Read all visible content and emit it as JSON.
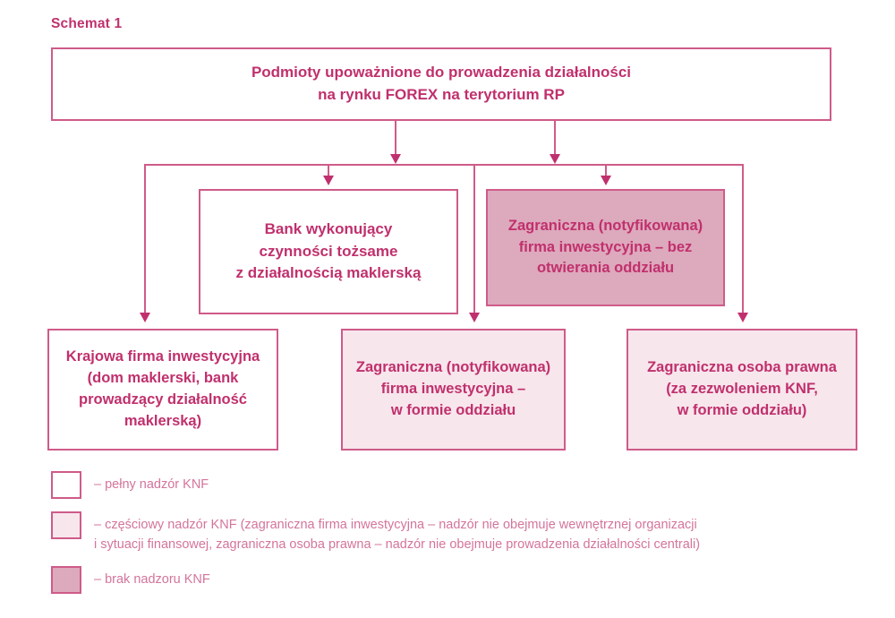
{
  "caption": "Schemat 1",
  "colors": {
    "stroke": "#cf5b89",
    "text": "#c0306d",
    "legend_text": "#d4749b",
    "fill_none": "#ffffff",
    "fill_light": "#f7e6ec",
    "fill_medium": "#dda9bc"
  },
  "diagram": {
    "root": {
      "line1": "Podmioty upoważnione do prowadzenia działalności",
      "line2": "na rynku FOREX na terytorium RP",
      "fill": "none"
    },
    "bank": {
      "line1": "Bank wykonujący",
      "line2": "czynności tożsame",
      "line3": "z działalnością maklerską",
      "fill": "none"
    },
    "foreign_nobranch": {
      "line1": "Zagraniczna (notyfikowana)",
      "line2": "firma inwestycyjna – bez",
      "line3": "otwierania oddziału",
      "fill": "medium"
    },
    "domestic": {
      "line1": "Krajowa firma inwestycyjna",
      "line2": "(dom maklerski, bank",
      "line3": "prowadzący działalność",
      "line4": "maklerską)",
      "fill": "none"
    },
    "foreign_branch": {
      "line1": "Zagraniczna (notyfikowana)",
      "line2": "firma inwestycyjna –",
      "line3": "w formie oddziału",
      "fill": "light"
    },
    "foreign_legal": {
      "line1": "Zagraniczna osoba prawna",
      "line2": "(za zezwoleniem KNF,",
      "line3": "w formie oddziału)",
      "fill": "light"
    }
  },
  "legend": [
    {
      "fill": "none",
      "line1": "– pełny nadzór KNF",
      "line2": ""
    },
    {
      "fill": "light",
      "line1": "– częściowy nadzór KNF (zagraniczna firma inwestycyjna – nadzór nie obejmuje wewnętrznej organizacji",
      "line2": "i sytuacji finansowej, zagraniczna osoba prawna – nadzór nie obejmuje prowadzenia działalności centrali)"
    },
    {
      "fill": "medium",
      "line1": "– brak nadzoru KNF",
      "line2": ""
    }
  ]
}
